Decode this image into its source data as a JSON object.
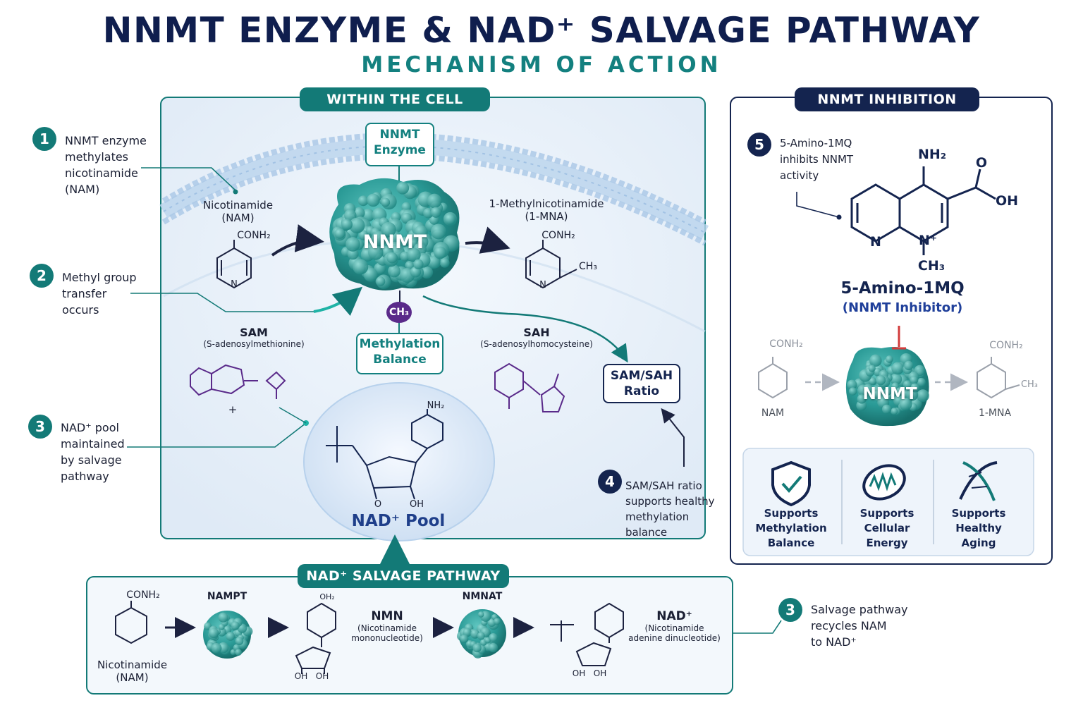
{
  "header": {
    "title": "NNMT ENZYME & NAD⁺ SALVAGE PATHWAY",
    "subtitle": "MECHANISM OF ACTION"
  },
  "cell": {
    "tag": "WITHIN THE CELL",
    "enzyme_box": [
      "NNMT",
      "Enzyme"
    ],
    "enzyme_label": "NNMT",
    "nam": {
      "name": "Nicotinamide",
      "abbr": "(NAM)",
      "group": "CONH₂",
      "atom": "N"
    },
    "mna": {
      "name": "1-Methylnicotinamide",
      "abbr": "(1-MNA)",
      "group": "CONH₂",
      "methyl": "CH₃",
      "atom": "N"
    },
    "methyl_badge": "CH₃",
    "methylation_box": [
      "Methylation",
      "Balance"
    ],
    "sam": {
      "name": "SAM",
      "full": "(S-adenosylmethionine)",
      "plus": "+"
    },
    "sah": {
      "name": "SAH",
      "full": "(S-adenosylhomocysteine)"
    },
    "ratio_box": [
      "SAM/SAH",
      "Ratio"
    ],
    "nad_pool": {
      "label": "NAD⁺ Pool",
      "nh2": "NH₂",
      "oh": "OH",
      "o": "O"
    }
  },
  "steps": {
    "s1": {
      "num": "1",
      "lines": [
        "NNMT enzyme",
        "methylates",
        "nicotinamide",
        "(NAM)"
      ]
    },
    "s2": {
      "num": "2",
      "lines": [
        "Methyl group",
        "transfer",
        "occurs"
      ]
    },
    "s3": {
      "num": "3",
      "lines": [
        "NAD⁺ pool",
        "maintained",
        "by salvage",
        "pathway"
      ]
    },
    "s4": {
      "num": "4",
      "lines": [
        "SAM/SAH ratio",
        "supports healthy",
        "methylation",
        "balance"
      ]
    },
    "s3b": {
      "num": "3",
      "lines": [
        "Salvage pathway",
        "recycles NAM",
        "to NAD⁺"
      ]
    }
  },
  "inhibition": {
    "tag": "NNMT INHIBITION",
    "step": {
      "num": "5",
      "lines": [
        "5-Amino-1MQ",
        "inhibits NNMT",
        "activity"
      ]
    },
    "mol": {
      "nh2": "NH₂",
      "o": "O",
      "oh": "OH",
      "n": "N",
      "nplus": "N⁺",
      "ch3": "CH₃"
    },
    "name": "5-Amino-1MQ",
    "role": "(NNMT Inhibitor)",
    "nam_label": "NAM",
    "mna_label": "1-MNA",
    "conh2": "CONH₂",
    "ch3": "CH₃",
    "enzyme_label": "NNMT",
    "benefits": [
      {
        "icon": "shield-check-icon",
        "lines": [
          "Supports",
          "Methylation",
          "Balance"
        ]
      },
      {
        "icon": "mitochondria-icon",
        "lines": [
          "Supports",
          "Cellular",
          "Energy"
        ]
      },
      {
        "icon": "dna-icon",
        "lines": [
          "Supports",
          "Healthy",
          "Aging"
        ]
      }
    ]
  },
  "salvage": {
    "tag": "NAD⁺ SALVAGE PATHWAY",
    "nam": {
      "group": "CONH₂",
      "name": "Nicotinamide",
      "abbr": "(NAM)"
    },
    "nampt": "NAMPT",
    "nmn": {
      "name": "NMN",
      "full1": "(Nicotinamide",
      "full2": "mononucleotide)"
    },
    "nmnat": "NMNAT",
    "nad": {
      "name": "NAD⁺",
      "full1": "(Nicotinamide",
      "full2": "adenine dinucleotide)"
    },
    "oh": "OH",
    "oh2": "OH₂"
  },
  "colors": {
    "teal": "#137a77",
    "navy": "#14244f",
    "enzyme": "#2a9a96",
    "purple": "#5a2a8a"
  }
}
